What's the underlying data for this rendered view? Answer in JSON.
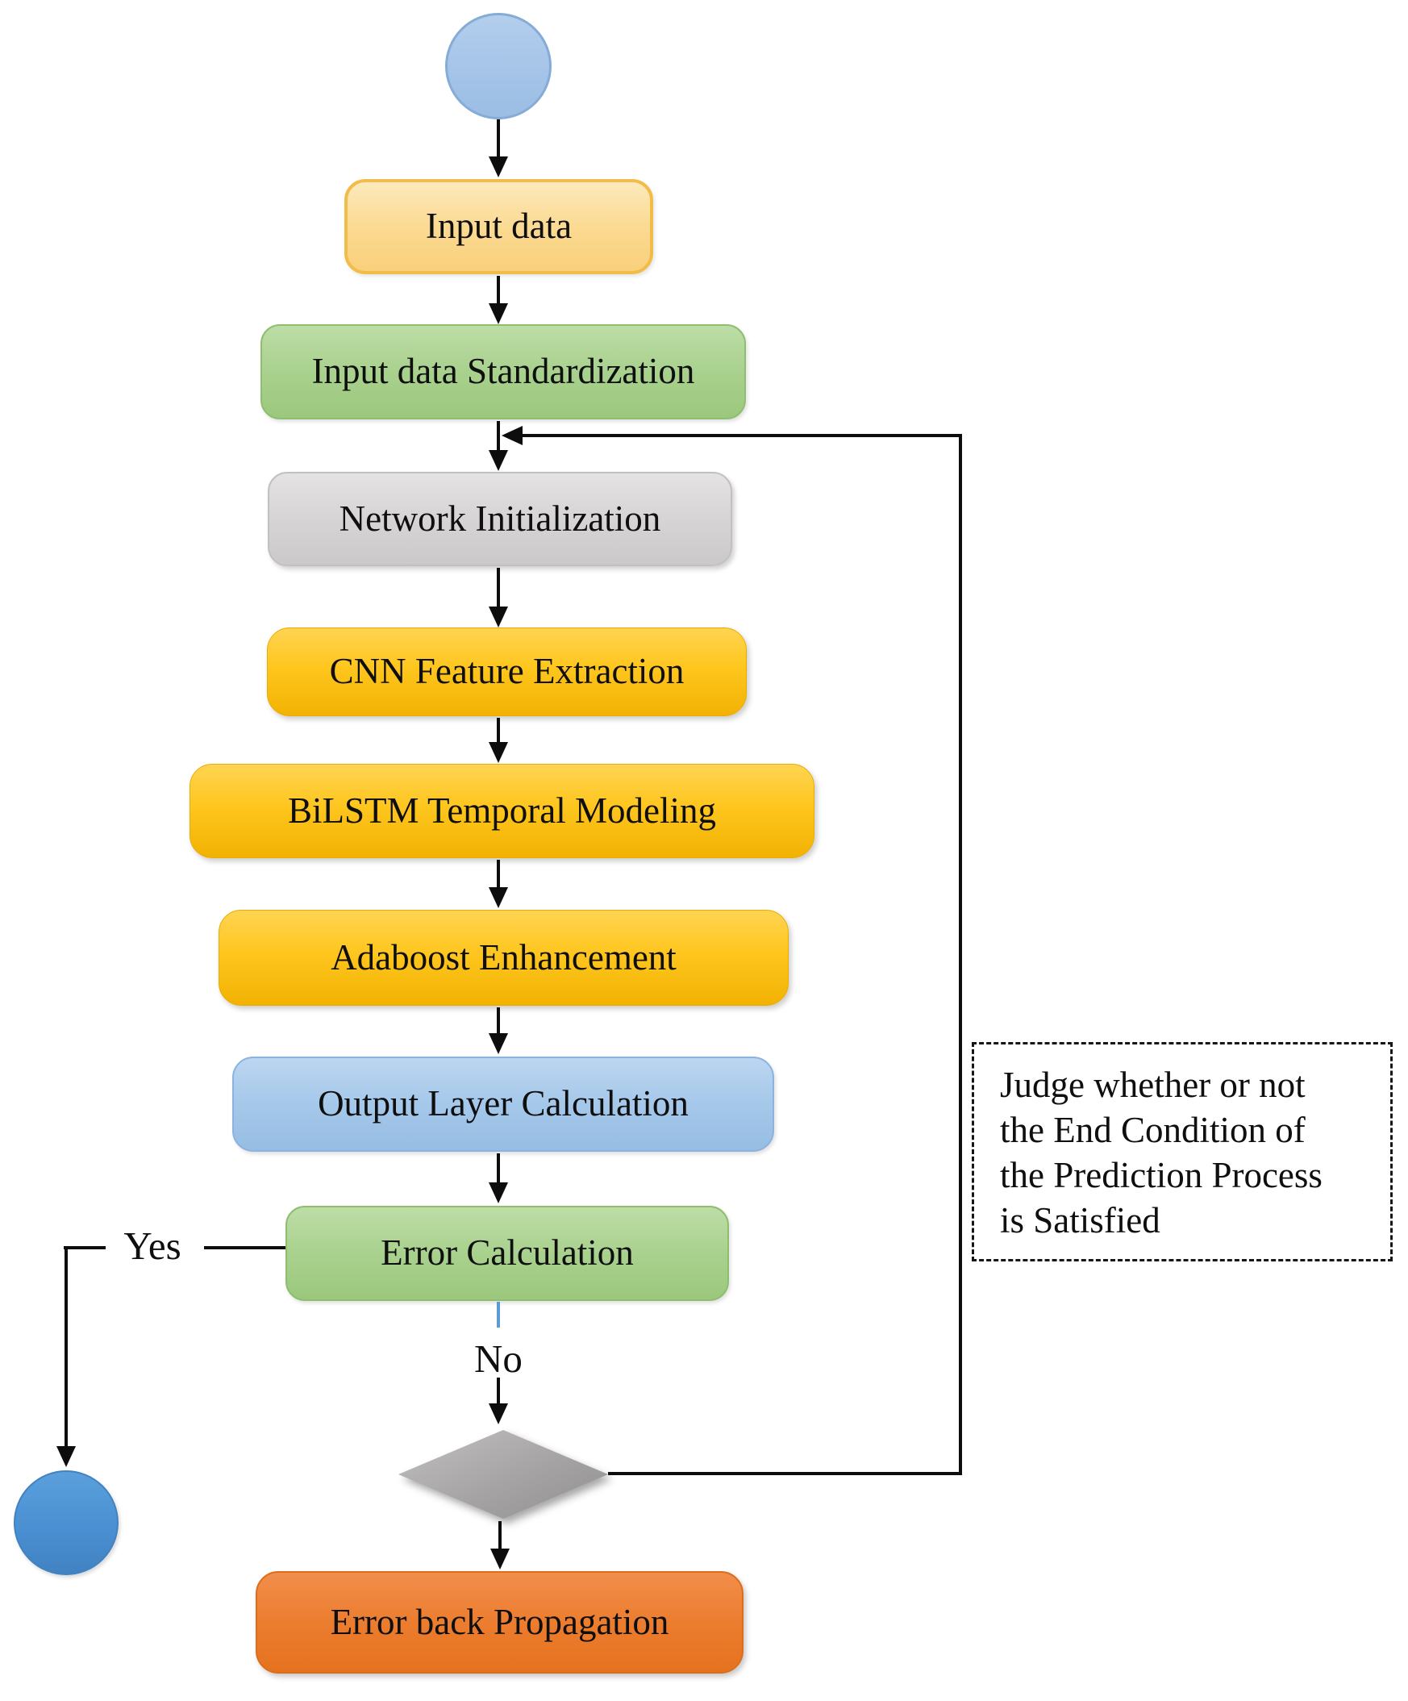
{
  "flowchart": {
    "nodes": {
      "start": {
        "shape": "circle",
        "color": "#A9C6E9"
      },
      "input_data": {
        "label": "Input data",
        "color": "#FBD88E"
      },
      "standardization": {
        "label": "Input data Standardization",
        "color": "#A9D18E"
      },
      "network_init": {
        "label": "Network Initialization",
        "color": "#D6D4D4"
      },
      "cnn": {
        "label": "CNN Feature Extraction",
        "color": "#FFC000"
      },
      "bilstm": {
        "label": "BiLSTM Temporal Modeling",
        "color": "#FFC000"
      },
      "adaboost": {
        "label": "Adaboost Enhancement",
        "color": "#FFC000"
      },
      "output_layer": {
        "label": "Output Layer Calculation",
        "color": "#9DC3E6"
      },
      "error_calc": {
        "label": "Error Calculation",
        "color": "#A9D18E"
      },
      "decision": {
        "shape": "diamond",
        "color": "#A6A4A4"
      },
      "error_back": {
        "label": "Error back Propagation",
        "color": "#ED7D31"
      },
      "end": {
        "shape": "circle",
        "color": "#4A90D2"
      }
    },
    "branch_labels": {
      "yes": "Yes",
      "no": "No"
    },
    "note": {
      "text": "Judge whether or not the End Condition of the Prediction Process is Satisfied",
      "lines": [
        "Judge whether or not",
        "the End Condition of",
        "the Prediction Process",
        "is Satisfied"
      ]
    }
  }
}
